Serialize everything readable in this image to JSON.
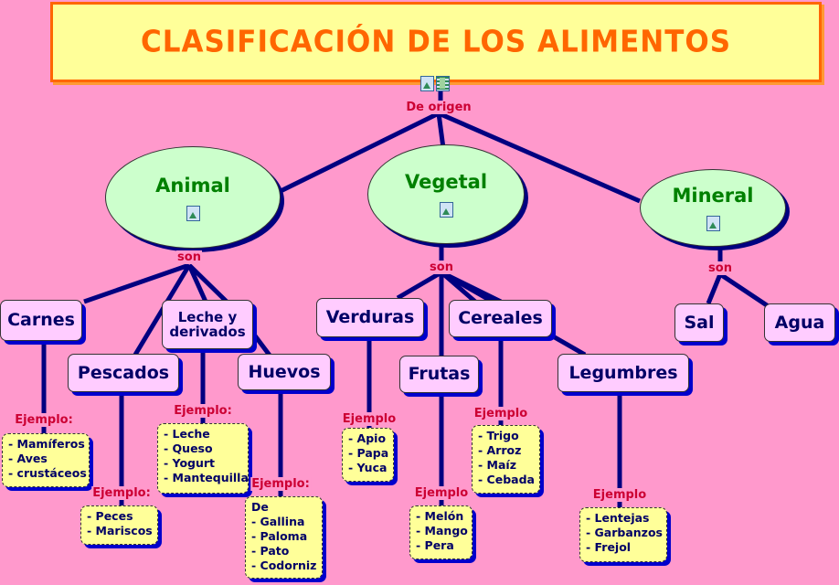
{
  "title": "CLASIFICACIÓN DE LOS ALIMENTOS",
  "root_link": "De origen",
  "categories": [
    {
      "label": "Animal",
      "link": "son",
      "icon": "image-icon"
    },
    {
      "label": "Vegetal",
      "link": "son",
      "icon": "image-icon"
    },
    {
      "label": "Mineral",
      "link": "son",
      "icon": "image-icon"
    }
  ],
  "groups": [
    {
      "label": "Carnes",
      "example_label": "Ejemplo:",
      "examples": [
        "- Mamíferos",
        "- Aves",
        "- crustáceos"
      ]
    },
    {
      "label": "Pescados",
      "example_label": "Ejemplo:",
      "examples": [
        "- Peces",
        "- Mariscos"
      ]
    },
    {
      "label": "Leche y derivados",
      "example_label": "Ejemplo:",
      "examples": [
        "- Leche",
        "- Queso",
        "- Yogurt",
        "- Mantequilla"
      ]
    },
    {
      "label": "Huevos",
      "example_label": "Ejemplo:",
      "examples": [
        "De",
        "- Gallina",
        "- Paloma",
        "- Pato",
        "- Codorniz"
      ]
    },
    {
      "label": "Verduras",
      "example_label": "Ejemplo",
      "examples": [
        "- Apio",
        "- Papa",
        "- Yuca"
      ]
    },
    {
      "label": "Frutas",
      "example_label": "Ejemplo",
      "examples": [
        "- Melón",
        "- Mango",
        "- Pera"
      ]
    },
    {
      "label": "Cereales",
      "example_label": "Ejemplo",
      "examples": [
        "- Trigo",
        "- Arroz",
        "- Maíz",
        "- Cebada"
      ]
    },
    {
      "label": "Legumbres",
      "example_label": "Ejemplo",
      "examples": [
        "- Lentejas",
        "- Garbanzos",
        "- Frejol"
      ]
    },
    {
      "label": "Sal"
    },
    {
      "label": "Agua"
    }
  ],
  "colors": {
    "background": "#ff99cc",
    "title": "#ff6600",
    "link": "#cc0033",
    "line": "#000080",
    "category_text": "#008000"
  }
}
